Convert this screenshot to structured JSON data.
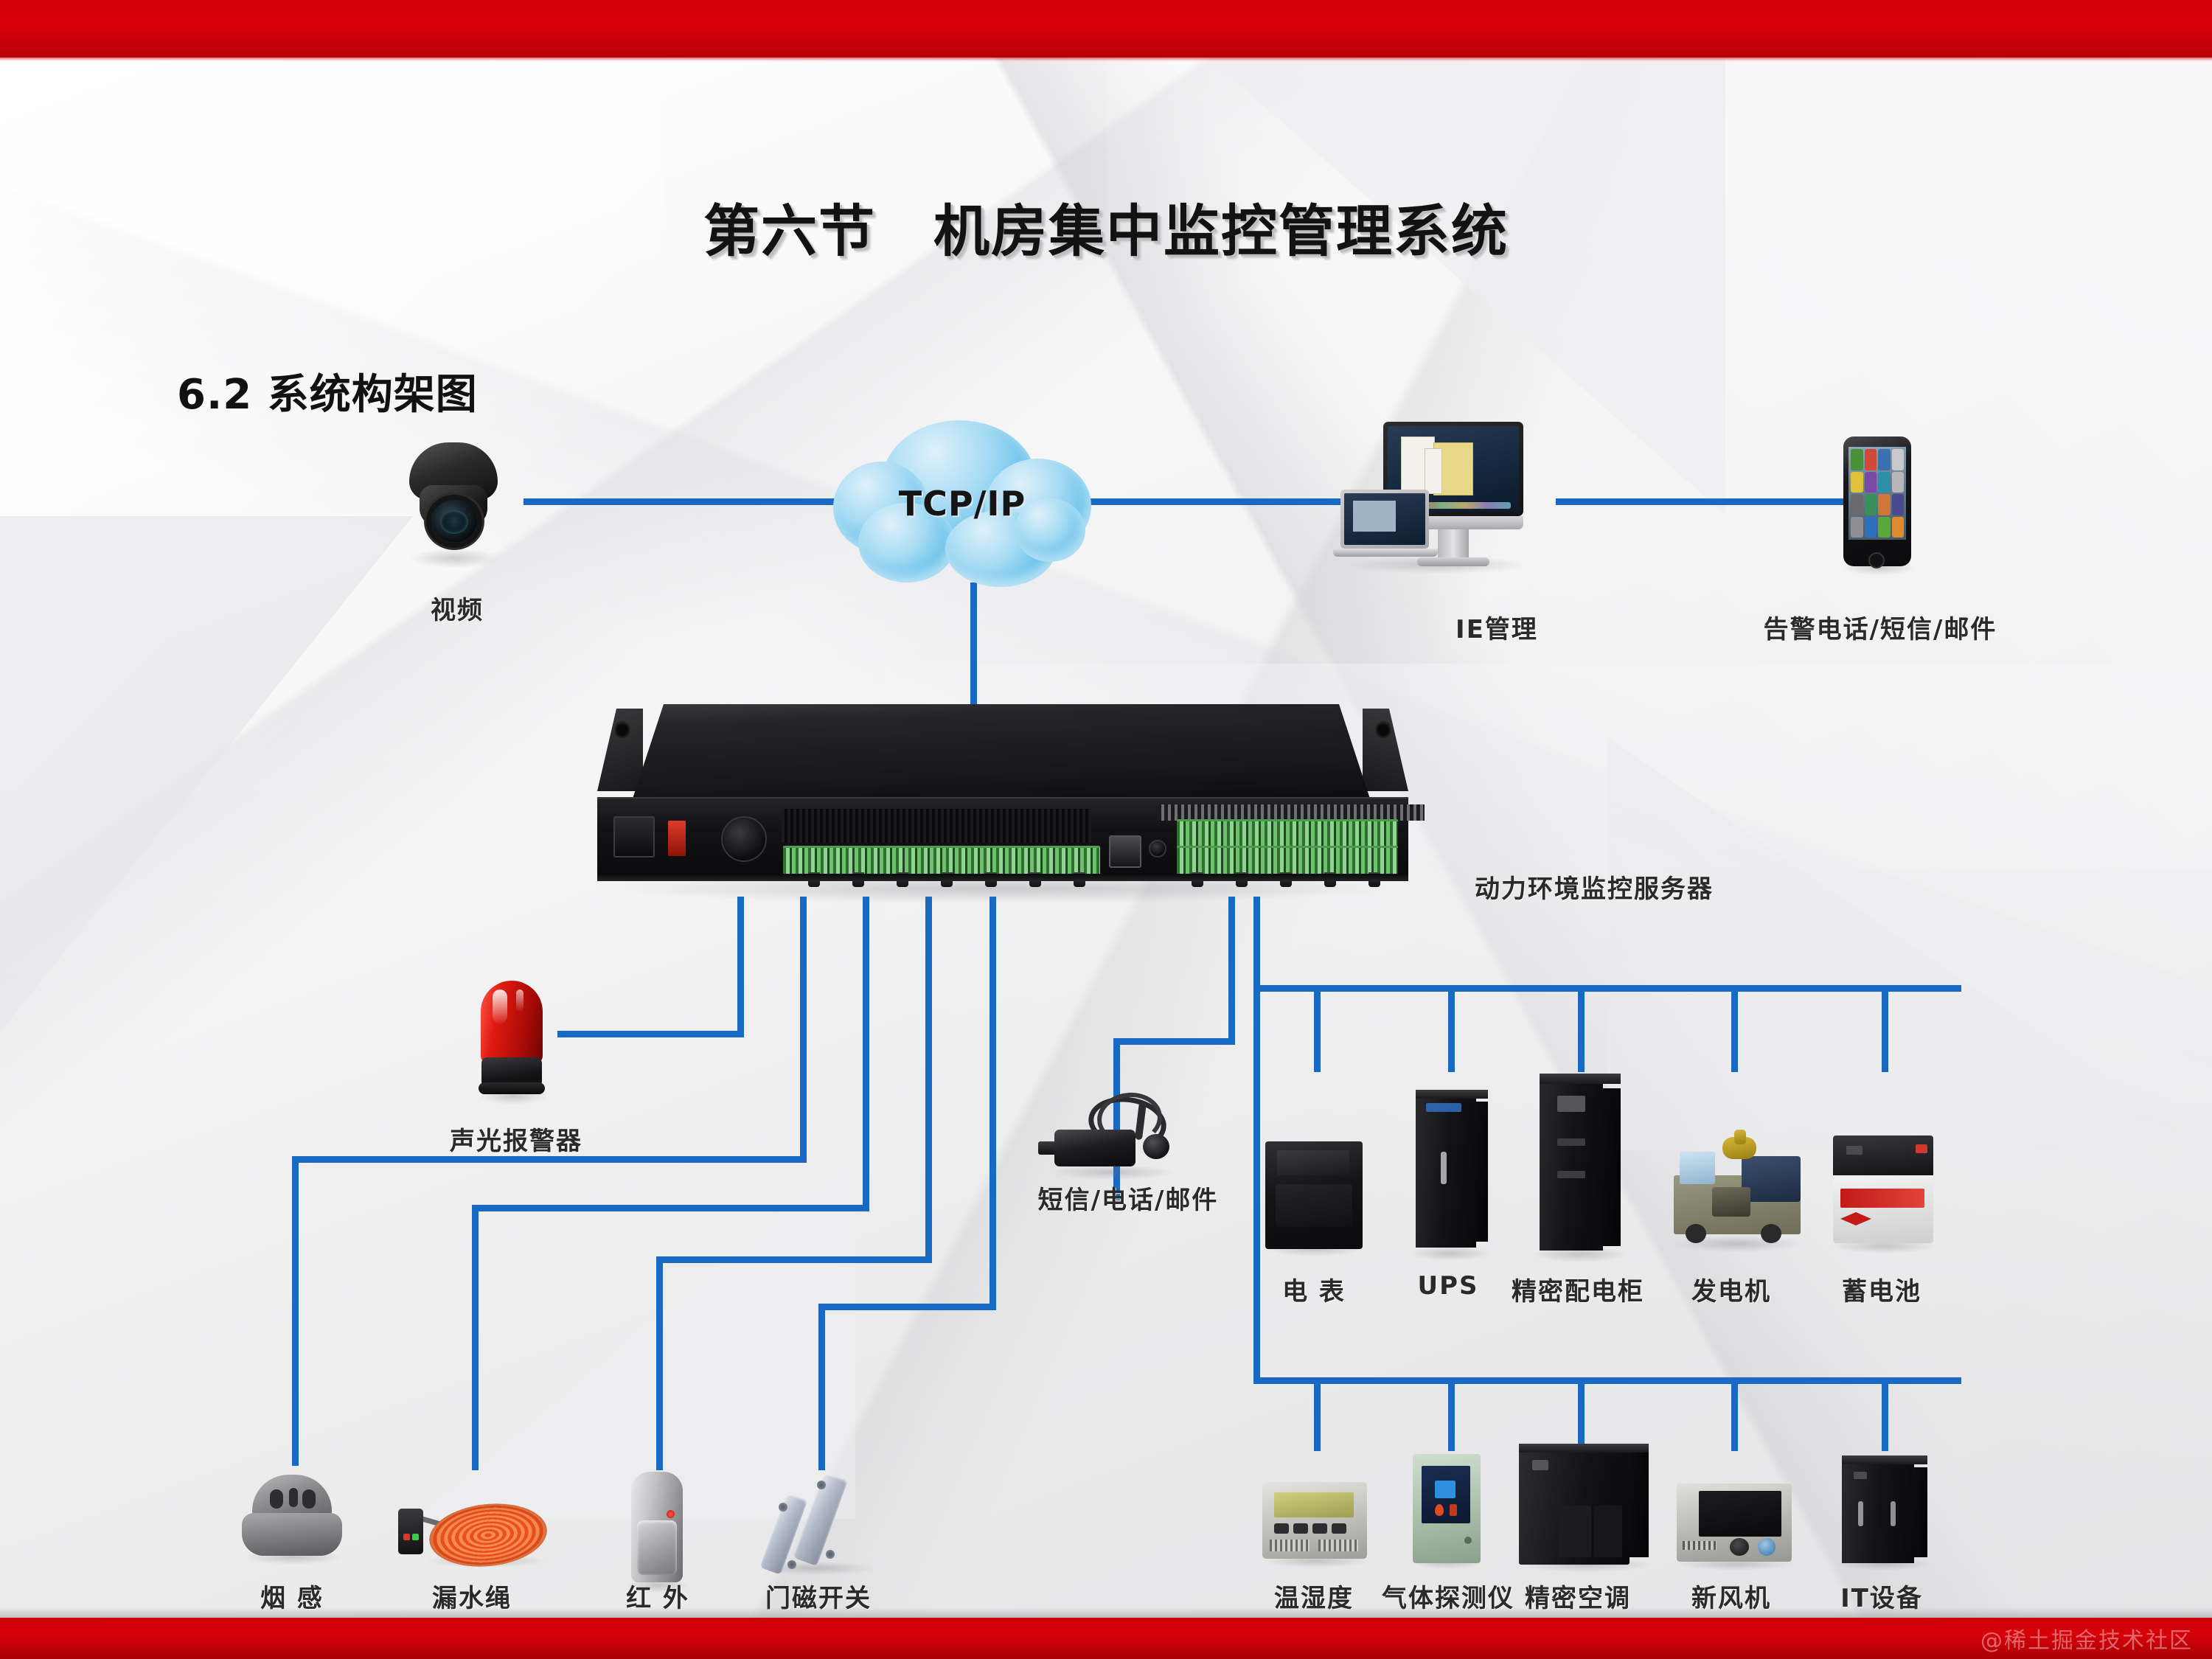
{
  "slide": {
    "title": "第六节　机房集中监控管理系统",
    "section_number_and_name": "6.2 系统构架图",
    "watermark": "@稀土掘金技术社区",
    "accent_red": "#d4000a",
    "line_blue": "#1769c4",
    "background": "#f2f2f2"
  },
  "diagram": {
    "cloud_label": "TCP/IP",
    "server_label": "动力环境监控服务器",
    "nodes": {
      "camera": {
        "label": "视频",
        "icon": "dome-camera-icon"
      },
      "ie": {
        "label": "IE管理",
        "icon": "desktop-computer-icon"
      },
      "alarm_contact": {
        "label": "告警电话/短信/邮件",
        "icon": "smartphone-icon"
      },
      "beacon": {
        "label": "声光报警器",
        "icon": "alarm-beacon-icon"
      },
      "sms_modem": {
        "label": "短信/电话/邮件",
        "icon": "gsm-modem-icon"
      }
    },
    "sensor_row": [
      {
        "label": "烟 感",
        "icon": "smoke-detector-icon"
      },
      {
        "label": "漏水绳",
        "icon": "water-leak-rope-icon"
      },
      {
        "label": "红 外",
        "icon": "pir-motion-sensor-icon"
      },
      {
        "label": "门磁开关",
        "icon": "door-magnetic-switch-icon"
      }
    ],
    "power_row": [
      {
        "label": "电 表",
        "icon": "electric-meter-icon"
      },
      {
        "label": "UPS",
        "icon": "ups-cabinet-icon"
      },
      {
        "label": "精密配电柜",
        "icon": "precision-power-cabinet-icon"
      },
      {
        "label": "发电机",
        "icon": "diesel-generator-icon"
      },
      {
        "label": "蓄电池",
        "icon": "storage-battery-icon"
      }
    ],
    "environment_row": [
      {
        "label": "温湿度",
        "icon": "temperature-humidity-sensor-icon"
      },
      {
        "label": "气体探测仪",
        "icon": "gas-detector-icon"
      },
      {
        "label": "精密空调",
        "icon": "precision-air-conditioner-icon"
      },
      {
        "label": "新风机",
        "icon": "fresh-air-unit-icon"
      },
      {
        "label": "IT设备",
        "icon": "it-equipment-rack-icon"
      }
    ]
  }
}
